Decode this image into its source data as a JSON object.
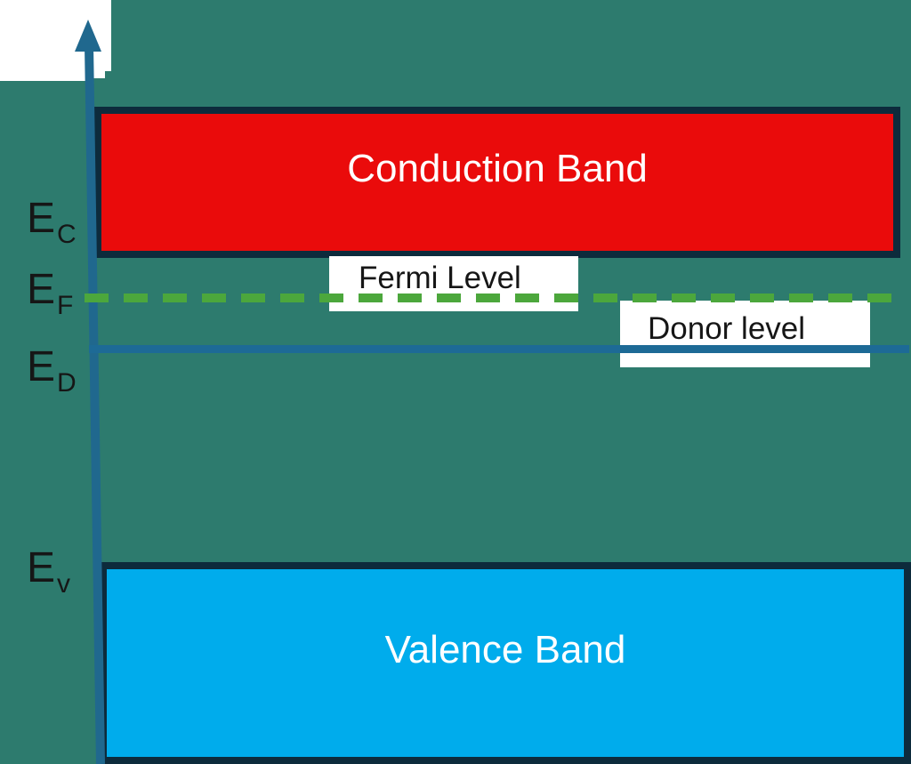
{
  "diagram": {
    "type": "semiconductor-energy-band-diagram",
    "conduction_band": {
      "label": "Conduction Band"
    },
    "valence_band": {
      "label": "Valence Band"
    },
    "fermi_level": {
      "label": "Fermi Level"
    },
    "donor_level": {
      "label": "Donor level"
    },
    "energy_labels": {
      "ec": {
        "main": "E",
        "sub": "C"
      },
      "ef": {
        "main": "E",
        "sub": "F"
      },
      "ed": {
        "main": "E",
        "sub": "D"
      },
      "ev": {
        "main": "E",
        "sub": "v"
      }
    },
    "colors": {
      "bg": "#2D7B6E",
      "band-border": "#0D2B3C",
      "conduction-fill": "#EA0B0B",
      "valence-fill": "#00ACEC",
      "axis-color": "#20688E",
      "fermi-green": "#4CA73C",
      "donor-blue": "#1D6A96",
      "label-bg": "#FFFFFF",
      "text-dark": "#161616",
      "text-light": "#FFFFFF"
    }
  }
}
